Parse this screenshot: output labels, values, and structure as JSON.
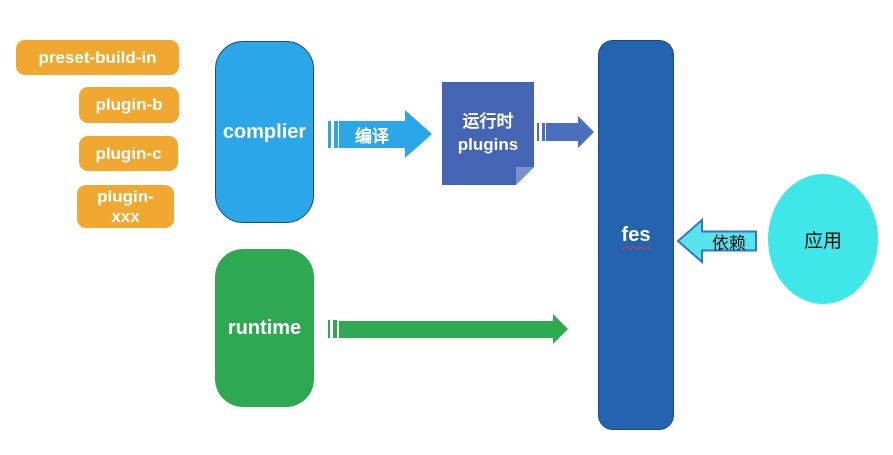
{
  "plugin_badges": [
    {
      "label": "preset-build-in"
    },
    {
      "label": "plugin-b"
    },
    {
      "label": "plugin-c"
    },
    {
      "label": "plugin-xxx"
    }
  ],
  "compiler": {
    "label": "complier"
  },
  "runtime": {
    "label": "runtime"
  },
  "compile_arrow": {
    "label": "编译"
  },
  "plugins_note": {
    "label": "运行时 plugins"
  },
  "fes": {
    "label": "fes"
  },
  "depend_arrow": {
    "label": "依赖"
  },
  "app": {
    "label": "应用"
  },
  "colors": {
    "badge_orange": "#F0A830",
    "compiler_blue": "#2BA7E9",
    "compiler_border": "#1C4B70",
    "note_blue": "#4365B3",
    "note_fold": "#7C92CE",
    "plugins_arrow_blue": "#4A6FBE",
    "fes_blue": "#2463B0",
    "fes_border": "#1A4A8C",
    "runtime_green": "#2EA952",
    "app_cyan": "#40E7E9",
    "depend_fill": "#57E3EA",
    "depend_border": "#3377BE",
    "spellcheck_red": "#E0312D"
  }
}
